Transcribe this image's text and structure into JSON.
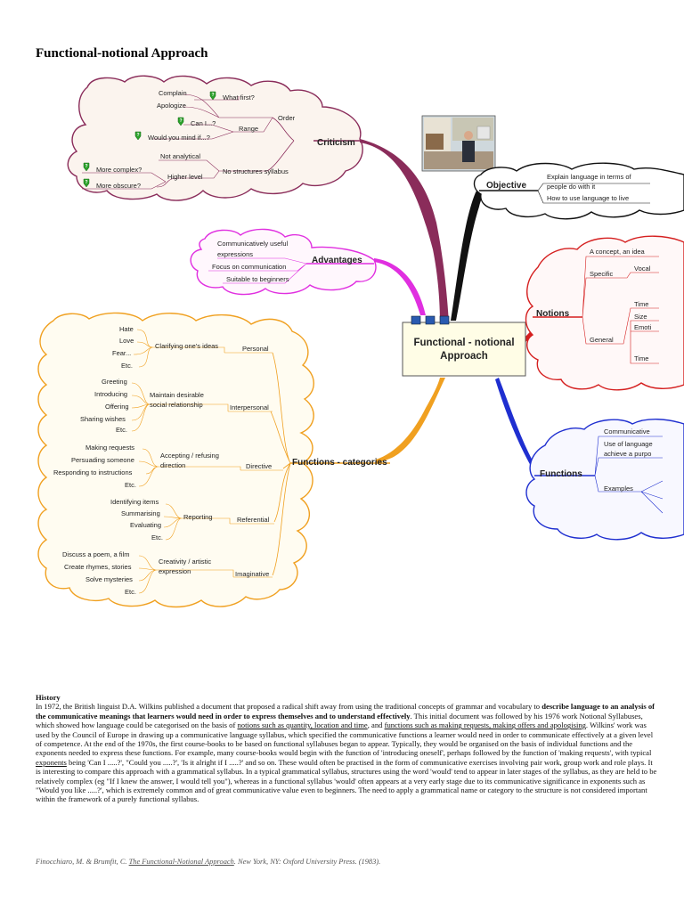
{
  "page_title": "Functional-notional Approach",
  "center": {
    "line1": "Functional - notional",
    "line2": "Approach"
  },
  "colors": {
    "criticism": "#8a2c5a",
    "advantages": "#e02fe0",
    "functions_categories": "#f0a020",
    "objective": "#111111",
    "notions": "#d52020",
    "functions": "#1f2fd0",
    "center_fill": "#fffde6"
  },
  "icons": {
    "branch_question": "question-icon",
    "photo": "photo-thumbnail"
  },
  "criticism": {
    "label": "Criticism",
    "order": "Order",
    "complain": "Complain",
    "apologize": "Apologize",
    "what_first": "What first?",
    "range": "Range",
    "can_i": "Can I...?",
    "would_you_mind": "Would you mind if...?",
    "no_structures": "No structures syllabus",
    "not_analytical": "Not analytical",
    "higher_level": "Higher level",
    "more_complex": "More complex?",
    "more_obscure": "More obscure?"
  },
  "advantages": {
    "label": "Advantages",
    "item1a": "Communicatively useful",
    "item1b": "expressions",
    "item2": "Focus on communication",
    "item3": "Suitable to beginners"
  },
  "functions_categories": {
    "label": "Functions - categories",
    "personal": "Personal",
    "clarifying": "Clarifying one's ideas",
    "hate": "Hate",
    "love": "Love",
    "fear": "Fear...",
    "etc1": "Etc.",
    "interpersonal": "Interpersonal",
    "maintain_a": "Maintain desirable",
    "maintain_b": "social relationship",
    "greeting": "Greeting",
    "introducing": "Introducing",
    "offering": "Offering",
    "sharing": "Sharing wishes",
    "etc2": "Etc.",
    "directive": "Directive",
    "accepting_a": "Accepting / refusing",
    "accepting_b": "direction",
    "making_requests": "Making requests",
    "persuading": "Persuading someone",
    "responding": "Responding to instructions",
    "etc3": "Etc.",
    "referential": "Referential",
    "reporting": "Reporting",
    "identifying": "Identifying items",
    "summarising": "Summarising",
    "evaluating": "Evaluating",
    "etc4": "Etc.",
    "imaginative": "Imaginative",
    "creativity_a": "Creativity / artistic",
    "creativity_b": "expression",
    "discuss": "Discuss a poem, a film",
    "create": "Create rhymes, stories",
    "solve": "Solve mysteries",
    "etc5": "Etc."
  },
  "objective": {
    "label": "Objective",
    "explain_a": "Explain language in terms of",
    "explain_b": "people do with it",
    "how_to": "How to use language to live"
  },
  "notions": {
    "label": "Notions",
    "a_concept": "A concept, an idea",
    "specific": "Specific",
    "vocab": "Vocal",
    "general": "General",
    "time1": "Time",
    "size": "Size",
    "emotion": "Emoti",
    "time2": "Time"
  },
  "functions": {
    "label": "Functions",
    "communicative": "Communicative",
    "use_a": "Use of language",
    "use_b": "achieve a purpo",
    "examples": "Examples"
  },
  "history": {
    "title": "History",
    "p1": "In 1972, the British linguist D.A. Wilkins published a document that proposed a radical shift away from using the traditional concepts of grammar and vocabulary to ",
    "bold1": "describe language to an analysis of the communicative meanings that learners would need in order to express themselves and to understand effectively",
    "p2": ". This initial document was followed by his 1976 work Notional Syllabuses, which showed how language could be categorised on the basis of ",
    "u1": "notions such as quantity, location and time",
    "p3": ", and ",
    "u2": "functions such as making requests, making offers and apologising",
    "p4": ". Wilkins' work was used by the Council of Europe in drawing up a communicative language syllabus, which specified the communicative functions a learner would need in order to communicate effectively at a given level of competence. At the end of the 1970s, the first course-books to be based on functional syllabuses began to appear. Typically, they would be organised on the basis of individual functions and the exponents needed to express these functions. For example, many course-books would begin with the function of 'introducing oneself', perhaps followed by the function of 'making requests', with typical ",
    "u3": "exponents",
    "p5": " being 'Can I .....?', \"Could you .....?', 'Is it alright if I .....?' and so on. These would often be practised in the form of communicative exercises involving pair work, group work and role plays. It is interesting to compare this approach with a grammatical syllabus. In a typical grammatical syllabus, structures using the word 'would' tend to appear in later stages of the syllabus, as they are held to be relatively complex (eg \"If I knew the answer, I would tell you\"), whereas in a functional syllabus 'would' often appears at a very early stage due to its communicative significance in exponents such as \"Would you like .....?', which is extremely common and of great communicative value even to beginners. The need to apply a grammatical name or category to the structure is not considered important within the framework of a purely functional syllabus."
  },
  "citation": {
    "pre": "Finocchiaro, M. & Brumfit, C. ",
    "title": "The Functional-Notional Approach",
    "post": ". New York, NY: Oxford University Press. (1983)."
  }
}
